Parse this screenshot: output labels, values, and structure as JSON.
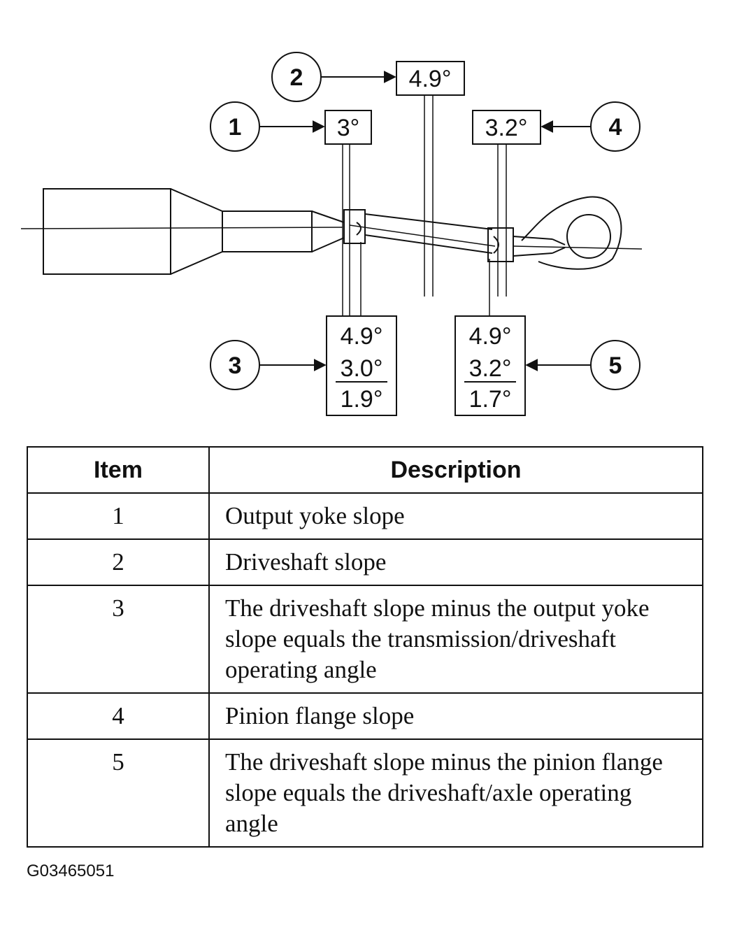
{
  "callouts": {
    "c1": {
      "num": "1",
      "value": "3°"
    },
    "c2": {
      "num": "2",
      "value": "4.9°"
    },
    "c3": {
      "num": "3",
      "top": "4.9°",
      "mid": "3.0°",
      "bottom": "1.9°"
    },
    "c4": {
      "num": "4",
      "value": "3.2°"
    },
    "c5": {
      "num": "5",
      "top": "4.9°",
      "mid": "3.2°",
      "bottom": "1.7°"
    }
  },
  "table": {
    "headers": [
      "Item",
      "Description"
    ],
    "rows": [
      {
        "item": "1",
        "desc": "Output yoke slope"
      },
      {
        "item": "2",
        "desc": "Driveshaft slope"
      },
      {
        "item": "3",
        "desc": "The driveshaft slope minus the output yoke slope equals the transmission/driveshaft operating angle"
      },
      {
        "item": "4",
        "desc": "Pinion flange slope"
      },
      {
        "item": "5",
        "desc": "The driveshaft slope minus the pinion flange slope equals the driveshaft/axle operating angle"
      }
    ]
  },
  "figure_code": "G03465051"
}
